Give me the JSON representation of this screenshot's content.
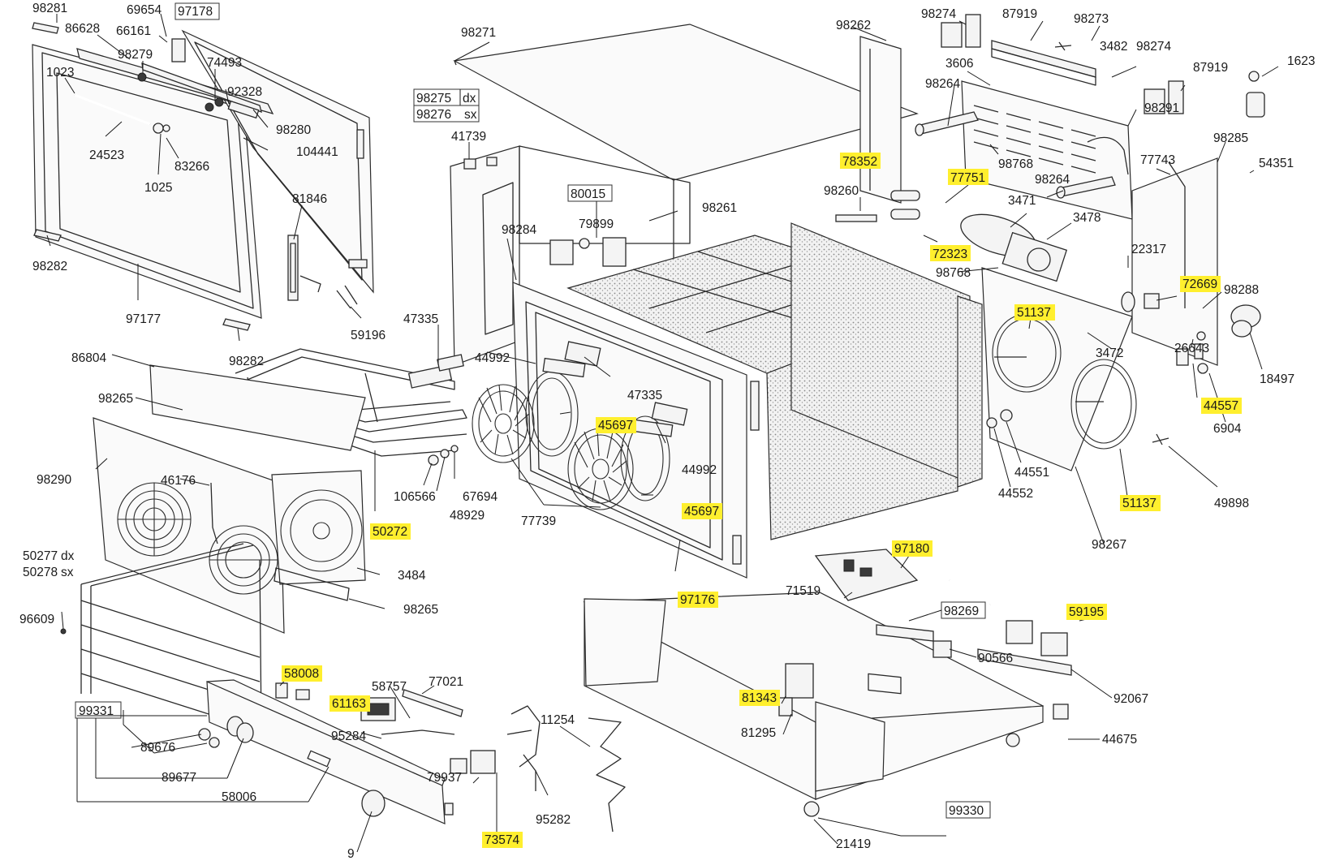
{
  "diagram": {
    "labels": [
      {
        "text": "98281"
      },
      {
        "text": "69654"
      },
      {
        "text": "97178"
      },
      {
        "text": "86628"
      },
      {
        "text": "66161"
      },
      {
        "text": "98279"
      },
      {
        "text": "74493"
      },
      {
        "text": "1023"
      },
      {
        "text": "92328"
      },
      {
        "text": "98280"
      },
      {
        "text": "104441"
      },
      {
        "text": "24523"
      },
      {
        "text": "83266"
      },
      {
        "text": "1025"
      },
      {
        "text": "81846"
      },
      {
        "text": "98282"
      },
      {
        "text": "97177"
      },
      {
        "text": "98282"
      },
      {
        "text": "59196"
      },
      {
        "text": "98271"
      },
      {
        "text": "98275"
      },
      {
        "text": "dx"
      },
      {
        "text": "98276"
      },
      {
        "text": "sx"
      },
      {
        "text": "41739"
      },
      {
        "text": "80015"
      },
      {
        "text": "79899"
      },
      {
        "text": "98284"
      },
      {
        "text": "98261"
      },
      {
        "text": "47335"
      },
      {
        "text": "44992"
      },
      {
        "text": "86804"
      },
      {
        "text": "98265"
      },
      {
        "text": "46176"
      },
      {
        "text": "98290"
      },
      {
        "text": "106566"
      },
      {
        "text": "48929"
      },
      {
        "text": "67694"
      },
      {
        "text": "50272",
        "highlight": true
      },
      {
        "text": "45697",
        "highlight": true
      },
      {
        "text": "47335"
      },
      {
        "text": "44992"
      },
      {
        "text": "77739"
      },
      {
        "text": "45697",
        "highlight": true
      },
      {
        "text": "97176",
        "highlight": true
      },
      {
        "text": "50277"
      },
      {
        "text": "dx"
      },
      {
        "text": "50278"
      },
      {
        "text": "sx"
      },
      {
        "text": "96609"
      },
      {
        "text": "3484"
      },
      {
        "text": "98265"
      },
      {
        "text": "58008",
        "highlight": true
      },
      {
        "text": "58757"
      },
      {
        "text": "77021"
      },
      {
        "text": "61163",
        "highlight": true
      },
      {
        "text": "95284"
      },
      {
        "text": "99331"
      },
      {
        "text": "89676"
      },
      {
        "text": "89677"
      },
      {
        "text": "58006"
      },
      {
        "text": "79937"
      },
      {
        "text": "9"
      },
      {
        "text": "73574",
        "highlight": true
      },
      {
        "text": "11254"
      },
      {
        "text": "95282"
      },
      {
        "text": "98262"
      },
      {
        "text": "98274"
      },
      {
        "text": "87919"
      },
      {
        "text": "98273"
      },
      {
        "text": "3482"
      },
      {
        "text": "98274"
      },
      {
        "text": "87919"
      },
      {
        "text": "1623"
      },
      {
        "text": "3606"
      },
      {
        "text": "98264"
      },
      {
        "text": "98291"
      },
      {
        "text": "98285"
      },
      {
        "text": "54351"
      },
      {
        "text": "78352",
        "highlight": true
      },
      {
        "text": "98768"
      },
      {
        "text": "77743"
      },
      {
        "text": "98260"
      },
      {
        "text": "77751",
        "highlight": true
      },
      {
        "text": "98264"
      },
      {
        "text": "3471"
      },
      {
        "text": "3478"
      },
      {
        "text": "72323",
        "highlight": true
      },
      {
        "text": "22317"
      },
      {
        "text": "98768"
      },
      {
        "text": "72669",
        "highlight": true
      },
      {
        "text": "98288"
      },
      {
        "text": "51137",
        "highlight": true
      },
      {
        "text": "26643"
      },
      {
        "text": "3472"
      },
      {
        "text": "18497"
      },
      {
        "text": "44557",
        "highlight": true
      },
      {
        "text": "6904"
      },
      {
        "text": "44551"
      },
      {
        "text": "44552"
      },
      {
        "text": "51137",
        "highlight": true
      },
      {
        "text": "49898"
      },
      {
        "text": "98267"
      },
      {
        "text": "97180",
        "highlight": true
      },
      {
        "text": "71519"
      },
      {
        "text": "59195",
        "highlight": true
      },
      {
        "text": "98269"
      },
      {
        "text": "90566"
      },
      {
        "text": "81343",
        "highlight": true
      },
      {
        "text": "92067"
      },
      {
        "text": "81295"
      },
      {
        "text": "44675"
      },
      {
        "text": "21419"
      },
      {
        "text": "99330"
      }
    ]
  }
}
